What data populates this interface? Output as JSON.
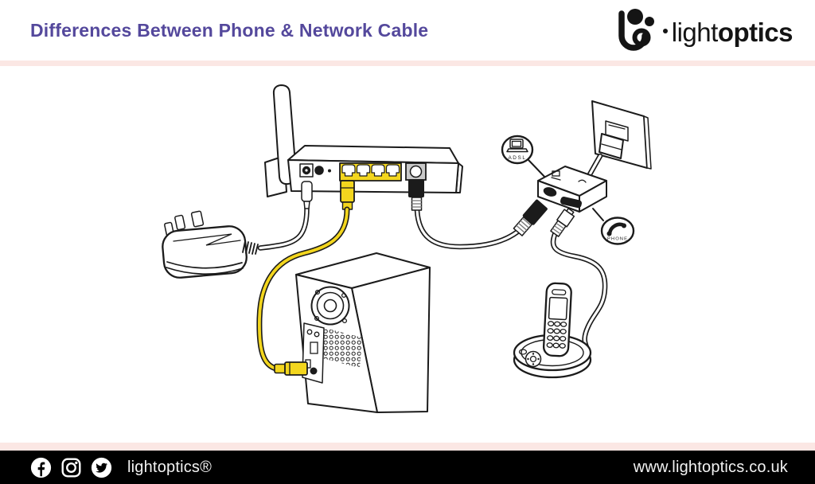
{
  "header": {
    "title": "Differences Between Phone & Network Cable",
    "title_color": "#54489c",
    "logo": {
      "light": "light",
      "optics": "optics",
      "mark_icon": "lightoptics-logo-mark"
    }
  },
  "divider": {
    "color": "#fbe7e4"
  },
  "diagram": {
    "description_objects": [
      "wireless-router",
      "uk-power-adapter",
      "desktop-tower-rear",
      "adsl-splitter",
      "wall-phone-socket",
      "cordless-phone"
    ],
    "badges": {
      "adsl": "ADSL",
      "phone": "PHONE"
    },
    "colors": {
      "cable_yellow": "#f3d61e",
      "line": "#1b1b1b",
      "port_grey": "#c9c9c9"
    }
  },
  "footer": {
    "background": "#000000",
    "social": [
      "facebook-icon",
      "instagram-icon",
      "twitter-icon"
    ],
    "brand": "lightoptics®",
    "url": "www.lightoptics.co.uk"
  }
}
